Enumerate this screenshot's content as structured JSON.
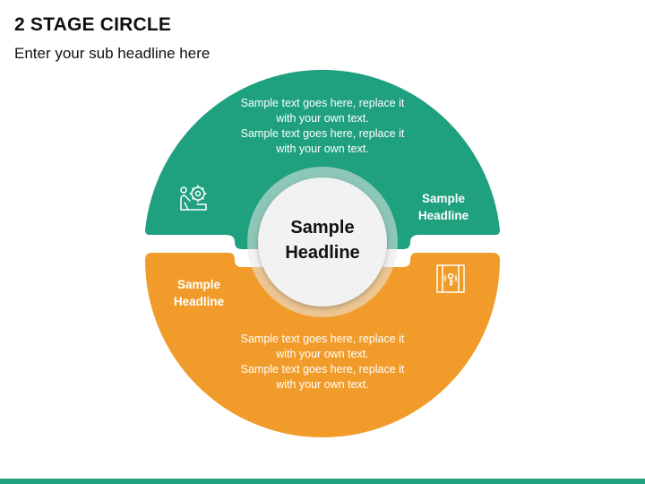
{
  "header": {
    "title": "2 STAGE CIRCLE",
    "subtitle": "Enter your sub headline here"
  },
  "center": {
    "headline": "Sample\nHeadline"
  },
  "stages": {
    "top": {
      "color": "#1fa07e",
      "text": "Sample text goes here, replace it\nwith your own text.\nSample text goes here, replace it\nwith your own text.",
      "headline": "Sample\nHeadline",
      "icon": "gear-person-icon"
    },
    "bottom": {
      "color": "#f19c2a",
      "text": "Sample text goes here, replace it\nwith your own text.\nSample text goes here, replace it\nwith your own text.",
      "headline": "Sample\nHeadline",
      "icon": "door-key-icon"
    }
  },
  "accent": {
    "footer_bar": "#1fa07e",
    "center_circle": "#f2f2f2",
    "center_ring": "#d9d9d9"
  }
}
